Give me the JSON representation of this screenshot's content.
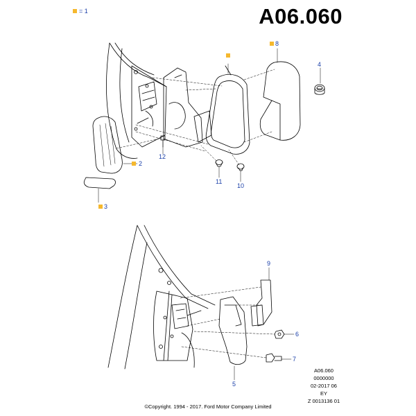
{
  "diagram_title": "A06.060",
  "legend": {
    "marker_color": "#f5b82e",
    "text": "= 1"
  },
  "callouts": [
    "2",
    "3",
    "4",
    "5",
    "6",
    "7",
    "8",
    "9",
    "10",
    "11",
    "12"
  ],
  "meta": {
    "code": "A06.060",
    "number": "0000000",
    "date": "02-2017 06",
    "region": "EY",
    "ref": "Z 0013136 01"
  },
  "copyright": "©Copyright. 1994 - 2017. Ford Motor Company Limited",
  "colors": {
    "callout": "#1a3fa8",
    "marker": "#f5b82e",
    "line": "#000000"
  }
}
